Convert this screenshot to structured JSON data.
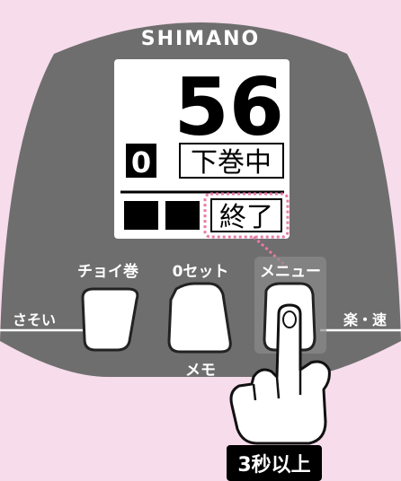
{
  "device": {
    "brand": "SHIMANO",
    "body_color": "#6e6e6e",
    "background_color": "#f7dceb",
    "accent_color": "#e87aa6"
  },
  "display": {
    "count": "56",
    "small_digit": "0",
    "mode_label": "下巻中",
    "status_label": "終了",
    "battery_blocks": 2
  },
  "buttons": [
    {
      "label": "チョイ巻",
      "side_label": "さそい"
    },
    {
      "label": "0セット",
      "bottom_label": "メモ"
    },
    {
      "label": "メニュー",
      "side_label": "楽・速",
      "highlighted": true
    }
  ],
  "hint": {
    "badge": "3秒以上",
    "icon": "pointing-hand-icon"
  }
}
